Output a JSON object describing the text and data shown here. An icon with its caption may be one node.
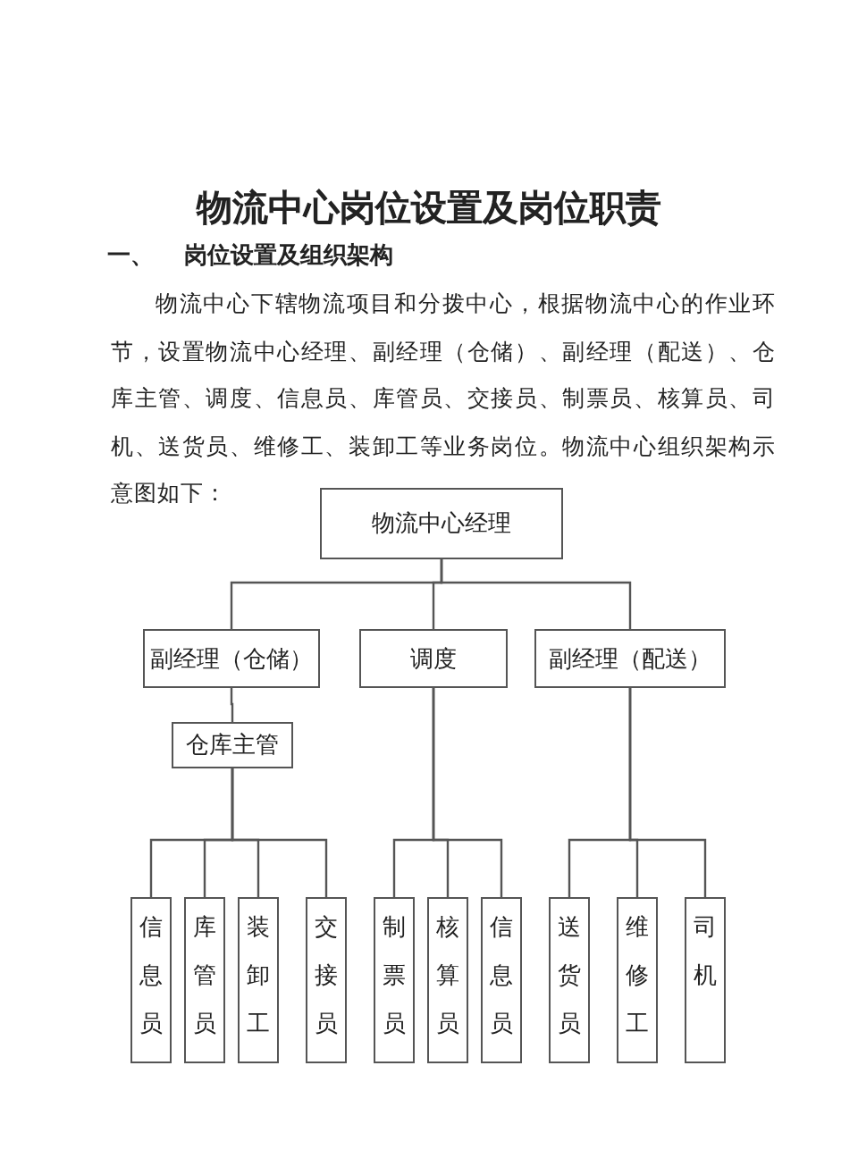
{
  "diagram": {
    "title": "物流中心岗位设置及岗位职责",
    "nodes": [
      {
        "text": [
          "物流中心经理"
        ]
      },
      {
        "text": [
          "副经理（仓储）"
        ]
      },
      {
        "text": [
          "调度"
        ]
      },
      {
        "text": [
          "副经理（配送）"
        ]
      },
      {
        "text": [
          "仓库主管"
        ]
      },
      {
        "text": [
          "信息员"
        ]
      },
      {
        "text": [
          "库管员"
        ]
      },
      {
        "text": [
          "装卸工"
        ]
      },
      {
        "text": [
          "交接员"
        ]
      },
      {
        "text": [
          "制票员"
        ]
      },
      {
        "text": [
          "核算员"
        ]
      },
      {
        "text": [
          "信息员"
        ]
      },
      {
        "text": [
          "送货员"
        ]
      },
      {
        "text": [
          "维修工"
        ]
      },
      {
        "text": [
          "司机"
        ]
      }
    ],
    "edges": [
      {
        "from": 0,
        "to": 1,
        "arrow": "none"
      },
      {
        "from": 0,
        "to": 2,
        "arrow": "none"
      },
      {
        "from": 0,
        "to": 3,
        "arrow": "none"
      },
      {
        "from": 1,
        "to": 4,
        "arrow": "none"
      },
      {
        "from": 4,
        "to": 5,
        "arrow": "none"
      },
      {
        "from": 4,
        "to": 6,
        "arrow": "none"
      },
      {
        "from": 4,
        "to": 7,
        "arrow": "none"
      },
      {
        "from": 4,
        "to": 8,
        "arrow": "none"
      },
      {
        "from": 2,
        "to": 9,
        "arrow": "none"
      },
      {
        "from": 2,
        "to": 10,
        "arrow": "none"
      },
      {
        "from": 2,
        "to": 11,
        "arrow": "none"
      },
      {
        "from": 3,
        "to": 12,
        "arrow": "none"
      },
      {
        "from": 3,
        "to": 13,
        "arrow": "none"
      },
      {
        "from": 3,
        "to": 14,
        "arrow": "none"
      }
    ],
    "labels": [
      "一、",
      "岗位设置及组织架构",
      "物流中心下辖物流项目和分拨中心，根据物流中心的作业环节，设置物流中心经理、副经理（仓储）、副经理（配送）、仓库主管、调度、信息员、库管员、交接员、制票员、核算员、司机、送货员、维修工、装卸工等业务岗位。物流中心组织架构示意图如下："
    ]
  }
}
